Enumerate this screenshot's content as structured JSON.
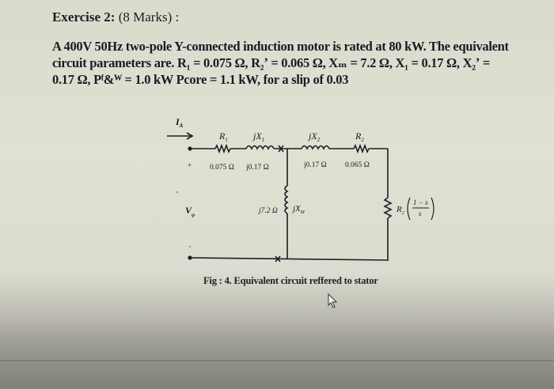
{
  "exercise": {
    "title": "Exercise 2:",
    "marks": " (8 Marks) :"
  },
  "problem": {
    "line1": "A 400V 50Hz two-pole Y-connected induction motor is rated at 80 kW. The equivalent",
    "line2": "circuit parameters are. R₁ = 0.075 Ω, R₂ʼ = 0.065 Ω, Xₘ = 7.2 Ω, X₁ = 0.17 Ω, X₂ʼ =",
    "line3": "0.17 Ω, Pᶠ&ᵂ = 1.0 kW Pcore = 1.1 kW, for a slip of 0.03"
  },
  "circuit": {
    "current_label": "I",
    "current_sub": "A",
    "r1_label": "R",
    "r1_sub": "1",
    "jx1_label": "jX",
    "jx1_sub": "1",
    "jx2_label": "jX",
    "jx2_sub": "2",
    "r2_label": "R",
    "r2_sub": "2",
    "r1_value": "0.075 Ω",
    "jx1_value": "j0.17 Ω",
    "jx2_value": "j0.17 Ω",
    "r2_value": "0.065 Ω",
    "plus": "+",
    "voltage_label": "V",
    "voltage_sub": "φ",
    "jxm_value": "j7.2 Ω",
    "jxm_label": "jX",
    "jxm_sub": "M",
    "load_label": "R",
    "load_sub": "2",
    "load_num": "1 − s",
    "load_den": "s"
  },
  "caption": "Fig : 4. Equivalent circuit reffered to stator"
}
